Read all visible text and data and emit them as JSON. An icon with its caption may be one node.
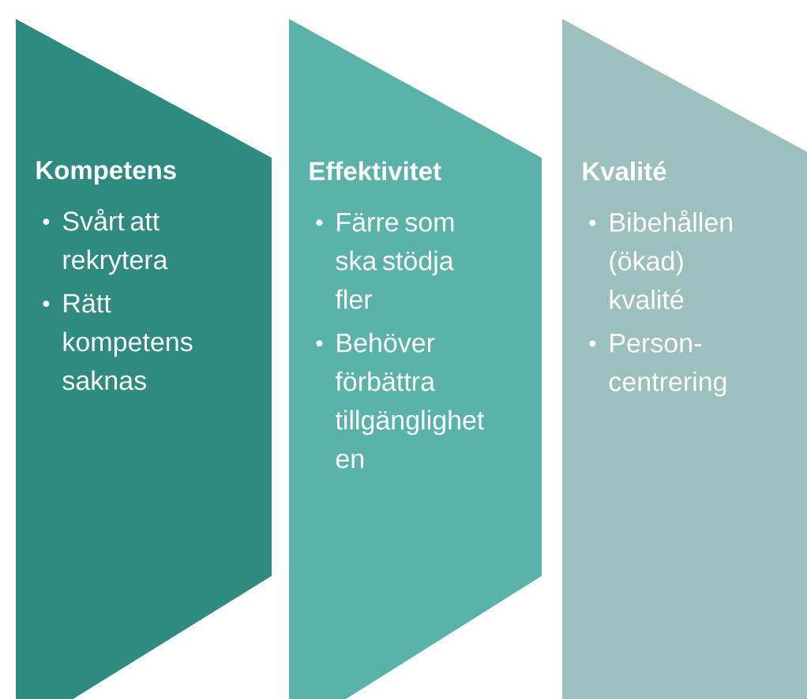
{
  "diagram": {
    "nodes": [
      {
        "text": [
          "Kompetens",
          "Svårt att rekrytera",
          "Rätt kompetens saknas"
        ]
      },
      {
        "text": [
          "Effektivitet",
          "Färre som ska stödja fler",
          "Behöver förbättra tillgänglighet en"
        ]
      },
      {
        "text": [
          "Kvalité",
          "Bibehållen (ökad) kvalité",
          "Person- centrering"
        ]
      }
    ]
  }
}
